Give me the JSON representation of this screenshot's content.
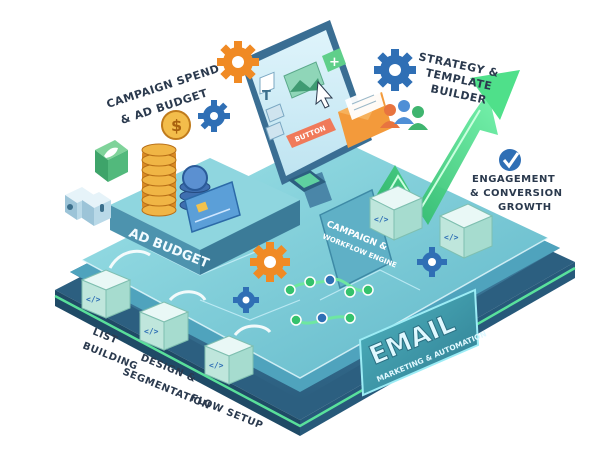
{
  "labels": {
    "campaign_spend_line1": "CAMPAIGN SPEND",
    "campaign_spend_line2": "& AD BUDGET",
    "strategy_line1": "STRATEGY &",
    "strategy_line2": "TEMPLATE",
    "strategy_line3": "BUILDER",
    "engagement_line1": "ENGAGEMENT",
    "engagement_line2": "& CONVERSION",
    "engagement_line3": "GROWTH",
    "list_line1": "LIST",
    "list_line2": "BUILDING",
    "design_line1": "DESIGN &",
    "design_line2": "SEGMENTATION",
    "flow_setup": "FLOW SETUP",
    "ad_budget": "AD BUDGET",
    "engine_line1": "CAMPAIGN &",
    "engine_line2": "WORKFLOW ENGINE",
    "email_title": "EMAIL",
    "email_subtitle": "MARKETING & AUTOMATION",
    "button_text": "BUTTON",
    "code_glyph": "</>",
    "dollar_glyph": "$",
    "text_glyph": "T"
  },
  "colors": {
    "platform_top": "#7fd3dc",
    "platform_side": "#3f7f9c",
    "accent_green": "#33d17a",
    "arrow_green": "#2ecc71",
    "email_panel": "#3a8fa0",
    "label_text": "#2b3a4e",
    "gear_orange": "#f08a24",
    "gear_blue": "#2f6fb5",
    "coin_gold": "#e9a43a"
  },
  "icons": [
    "gear-icon",
    "coin-stack-icon",
    "credit-card-icon",
    "envelope-icon",
    "growth-arrow-icon",
    "check-icon",
    "people-icon",
    "cursor-icon",
    "microphone-icon",
    "camera-icon",
    "leaf-icon",
    "code-icon"
  ]
}
